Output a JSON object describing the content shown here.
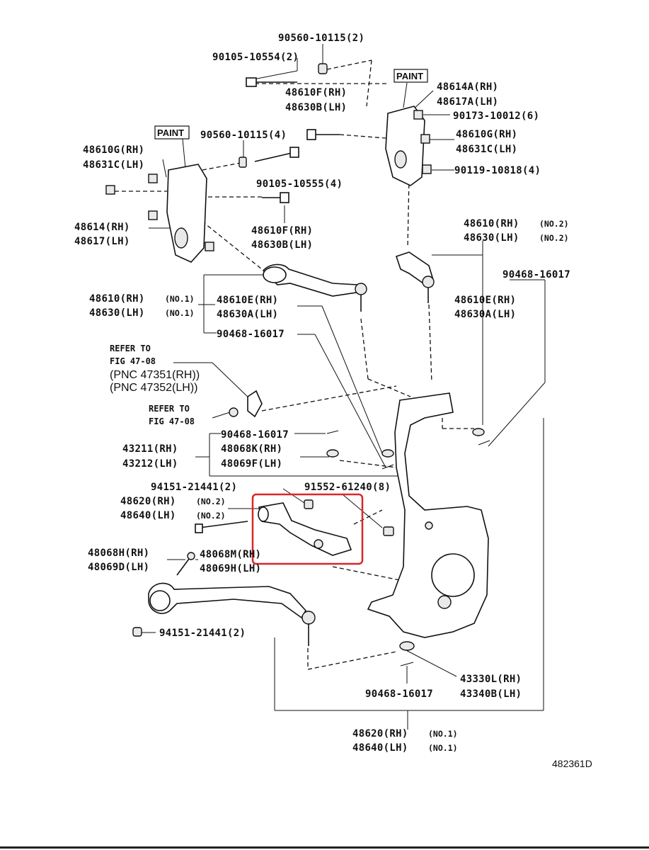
{
  "labels": {
    "l01": "90560-10115(2)",
    "l02": "90105-10554(2)",
    "l03": "PAINT",
    "l04": "48614A(RH)",
    "l05": "48617A(LH)",
    "l06": "48610F(RH)",
    "l07": "48630B(LH)",
    "l08": "90173-10012(6)",
    "l09": "PAINT",
    "l10": "90560-10115(4)",
    "l11": "48610G(RH)",
    "l12": "48631C(LH)",
    "l13": "48610G(RH)",
    "l14": "48631C(LH)",
    "l15": "90119-10818(4)",
    "l16": "90105-10555(4)",
    "l17": "48610F(RH)",
    "l18": "48630B(LH)",
    "l19": "48614(RH)",
    "l20": "48617(LH)",
    "l21": "48610(RH)",
    "l21b": "(NO.2)",
    "l22": "48630(LH)",
    "l22b": "(NO.2)",
    "l23": "90468-16017",
    "l24": "48610(RH)",
    "l24b": "(NO.1)",
    "l25": "48630(LH)",
    "l25b": "(NO.1)",
    "l26": "48610E(RH)",
    "l27": "48630A(LH)",
    "l28": "48610E(RH)",
    "l29": "48630A(LH)",
    "l30": "90468-16017",
    "l31": "REFER TO",
    "l32": "FIG 47-08",
    "l33": "(PNC 47351(RH))",
    "l34": "(PNC 47352(LH))",
    "l35": "REFER TO",
    "l36": "FIG 47-08",
    "l37": "90468-16017",
    "l38": "43211(RH)",
    "l39": "43212(LH)",
    "l40": "48068K(RH)",
    "l41": "48069F(LH)",
    "l42": "94151-21441(2)",
    "l43": "91552-61240(8)",
    "l44": "48620(RH)",
    "l44b": "(NO.2)",
    "l45": "48640(LH)",
    "l45b": "(NO.2)",
    "l46": "48068H(RH)",
    "l47": "48069D(LH)",
    "l48": "48068M(RH)",
    "l49": "48069H(LH)",
    "l50": "94151-21441(2)",
    "l51": "43330L(RH)",
    "l52": "43340B(LH)",
    "l53": "90468-16017",
    "l54": "48620(RH)",
    "l54b": "(NO.1)",
    "l55": "48640(LH)",
    "l55b": "(NO.1)",
    "l56": "482361D"
  },
  "colors": {
    "highlight": "#d9262b",
    "ink": "#111111",
    "background": "#ffffff"
  }
}
